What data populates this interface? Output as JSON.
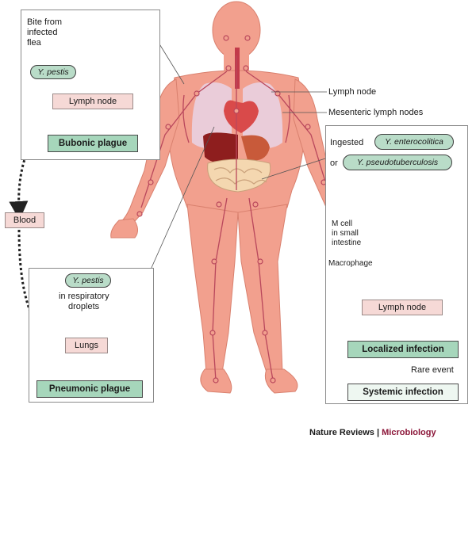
{
  "colors": {
    "skin": "#f2a08e",
    "skin_dark": "#e07d6b",
    "lymph": "#b9475c",
    "green_box": "#a6d6bb",
    "pink_box": "#f6d9d6",
    "accent": "#8b1538"
  },
  "flea_panel": {
    "caption_line1": "Bite from",
    "caption_line2": "infected",
    "caption_line3": "flea",
    "bacterium": "Y. pestis",
    "lymph_node": "Lymph node",
    "outcome": "Bubonic plague"
  },
  "blood_label": "Blood",
  "respiratory_panel": {
    "bacterium": "Y. pestis",
    "caption_line1": "in respiratory",
    "caption_line2": "droplets",
    "organ": "Lungs",
    "outcome": "Pneumonic plague"
  },
  "body_labels": {
    "lymph_node": "Lymph node",
    "mesenteric": "Mesenteric lymph nodes"
  },
  "enteric_panel": {
    "ingested": "Ingested",
    "bacterium1": "Y. enterocolitica",
    "or": "or",
    "bacterium2": "Y. pseudotuberculosis",
    "mcell_line1": "M cell",
    "mcell_line2": "in small",
    "mcell_line3": "intestine",
    "macrophage": "Macrophage",
    "lymph_node": "Lymph node",
    "localized": "Localized infection",
    "rare_event": "Rare event",
    "systemic": "Systemic infection"
  },
  "credit": {
    "journal": "Nature Reviews",
    "separator": " | ",
    "section": "Microbiology"
  }
}
